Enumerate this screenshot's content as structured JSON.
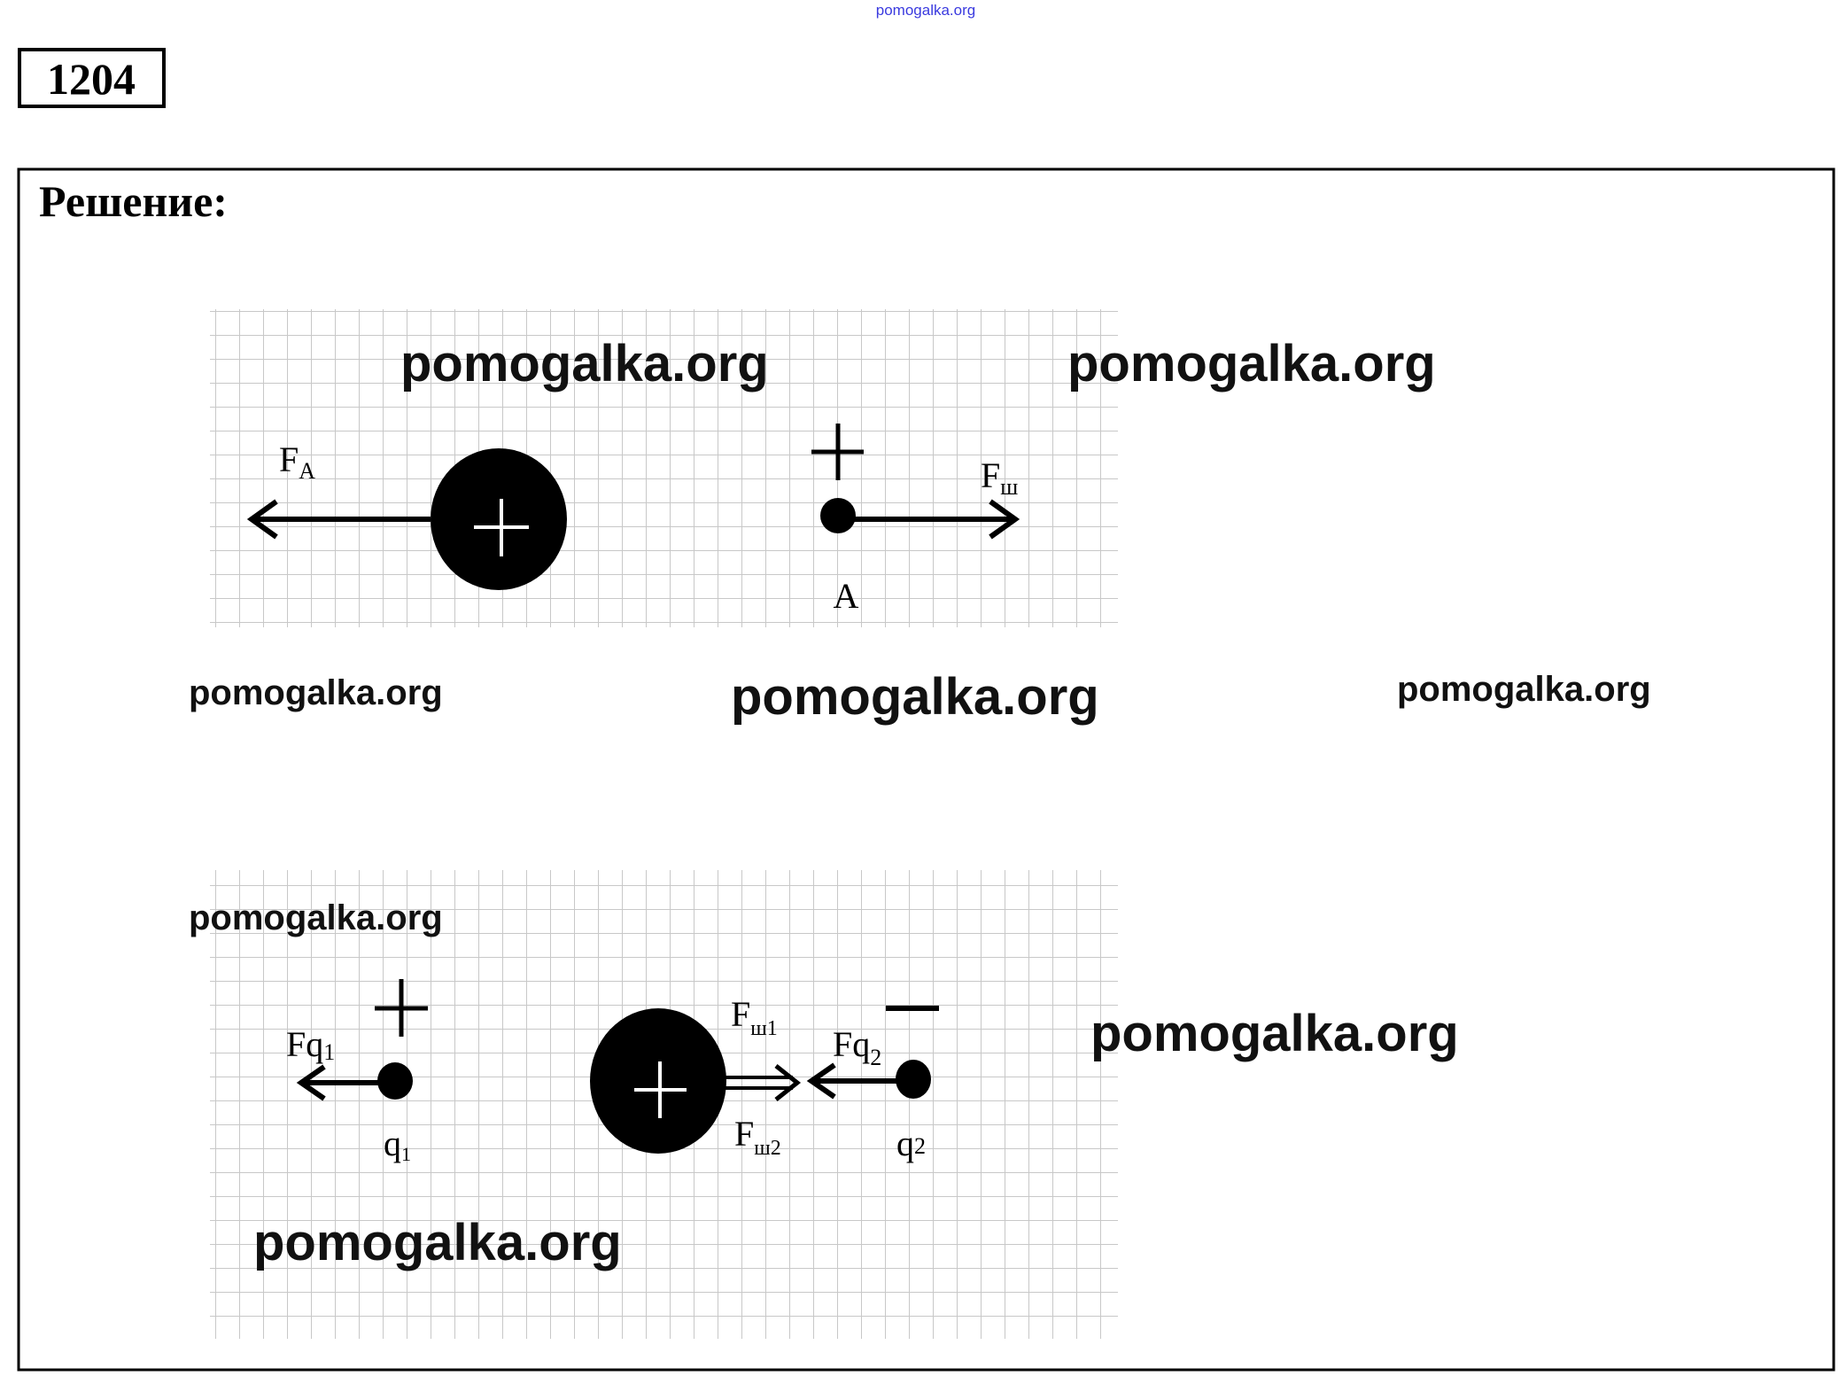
{
  "header": {
    "site_watermark": "pomogalka.org",
    "problem_number": "1204"
  },
  "solution": {
    "title": "Решение:"
  },
  "watermarks": [
    "pomogalka.org",
    "pomogalka.org",
    "pomogalka.org",
    "pomogalka.org",
    "pomogalka.org",
    "pomogalka.org",
    "pomogalka.org",
    "pomogalka.org"
  ],
  "figure1": {
    "force_left": {
      "main": "F",
      "sub": "A"
    },
    "force_right": {
      "main": "F",
      "sub": "ш"
    },
    "point_label": "A",
    "big_charge_sign": "+",
    "point_sign": "+"
  },
  "figure2": {
    "fq1": {
      "main": "Fq",
      "sub": "1"
    },
    "fq2": {
      "main": "Fq",
      "sub": "2"
    },
    "fsh1": {
      "main": "F",
      "sub": "ш1"
    },
    "fsh2": {
      "main": "F",
      "sub": "ш2"
    },
    "q1": {
      "main": "q",
      "sub": "1"
    },
    "q2": {
      "main": "q",
      "sub": "2"
    },
    "q1_sign": "+",
    "q2_sign": "−"
  },
  "colors": {
    "watermark_top": "#3a3adf",
    "ink": "#000000",
    "grid": "#c8c8c8"
  }
}
